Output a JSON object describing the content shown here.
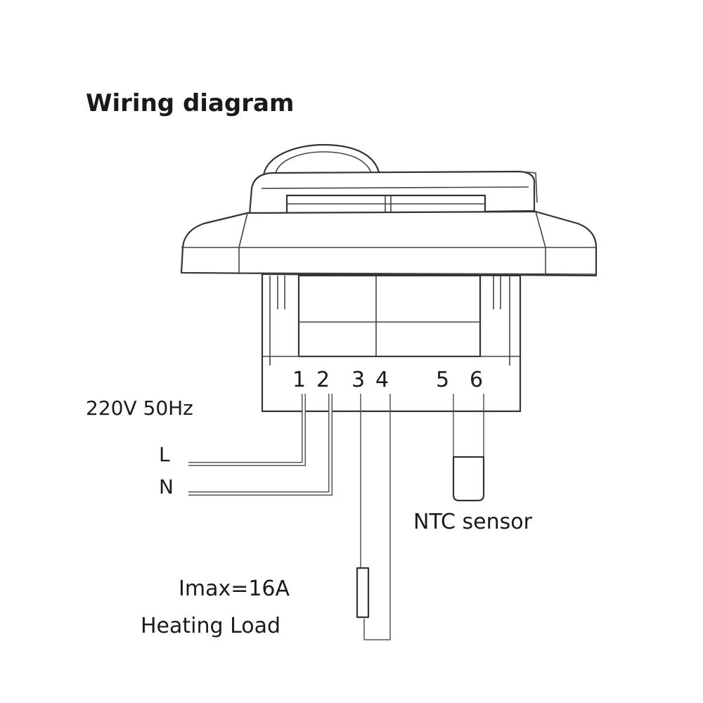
{
  "diagram": {
    "title": "Wiring diagram",
    "supply_label": "220V 50Hz",
    "line_label": "L",
    "neutral_label": "N",
    "sensor_label": "NTC sensor",
    "load_current_label": "Imax=16A",
    "load_label": "Heating Load",
    "terminals": [
      "1",
      "2",
      "3",
      "4",
      "5",
      "6"
    ]
  },
  "colors": {
    "line": "#333333",
    "text": "#1a1a1a",
    "background": "#ffffff"
  }
}
